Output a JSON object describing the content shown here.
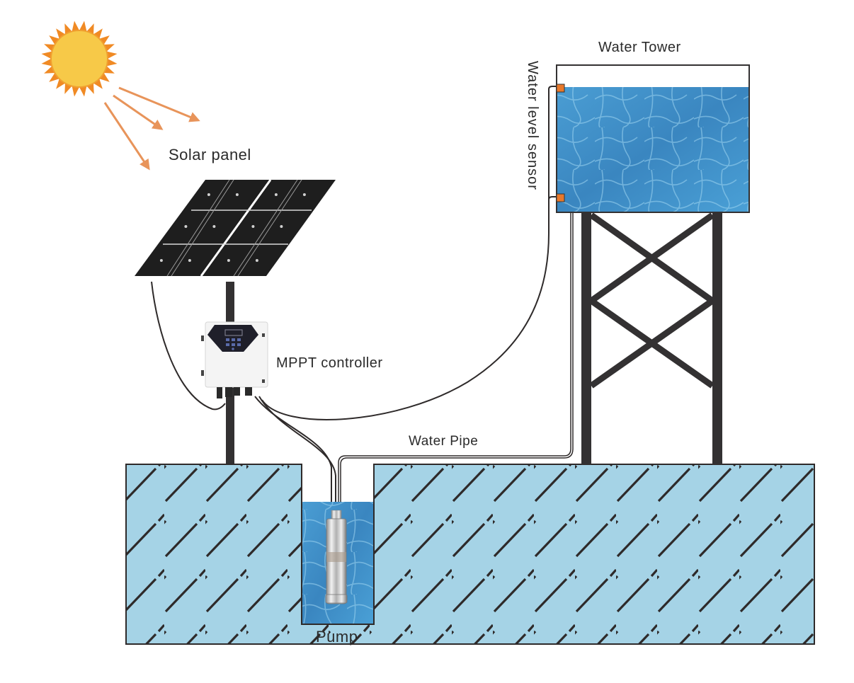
{
  "diagram": {
    "title": "Solar water pumping system",
    "labels": {
      "solar_panel": "Solar panel",
      "mppt_controller": "MPPT controller",
      "water_tower": "Water Tower",
      "water_level_sensor": "Water  level sensor",
      "water_pipe": "Water Pipe",
      "pump": "Pump"
    },
    "components": [
      {
        "id": "sun",
        "name": "Sun"
      },
      {
        "id": "solar_panel",
        "name": "Solar panel"
      },
      {
        "id": "mppt_controller",
        "name": "MPPT controller"
      },
      {
        "id": "water_tower",
        "name": "Water Tower"
      },
      {
        "id": "water_level_sensor",
        "name": "Water level sensor"
      },
      {
        "id": "pump",
        "name": "Pump"
      },
      {
        "id": "well",
        "name": "Well"
      },
      {
        "id": "ground",
        "name": "Ground"
      }
    ],
    "connections": [
      {
        "from": "sun",
        "to": "solar_panel",
        "type": "sunlight rays"
      },
      {
        "from": "solar_panel",
        "to": "mppt_controller",
        "type": "cable"
      },
      {
        "from": "mppt_controller",
        "to": "pump",
        "type": "cable"
      },
      {
        "from": "mppt_controller",
        "to": "water_level_sensor",
        "type": "cable"
      },
      {
        "from": "pump",
        "to": "water_tower",
        "type": "Water Pipe"
      }
    ],
    "colors": {
      "sun_core": "#f7c948",
      "sun_rays": "#f08a24",
      "ray_arrows": "#e8945a",
      "panel": "#1e1e1e",
      "ground_fill": "#a5d3e6",
      "water_deep": "#3a8cc4",
      "structure": "#333132",
      "sensor": "#e8782a",
      "controller_body": "#f4f4f4"
    }
  }
}
